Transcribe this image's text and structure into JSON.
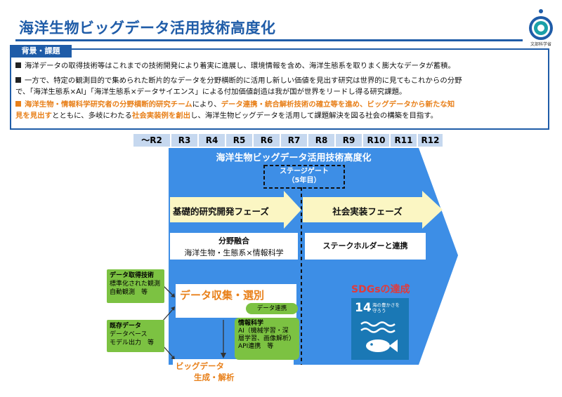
{
  "header": {
    "title": "海洋生物ビッグデータ活用技術高度化",
    "logo_text": "文部科学省"
  },
  "background": {
    "label": "背景・課題",
    "bullet1": "海洋データの取得技術等はこれまでの技術開発により着実に進展し、環境情報を含め、海洋生態系を取りまく膨大なデータが蓄積。",
    "bullet2_line1": "一方で、特定の観測目的で集められた断片的なデータを分野横断的に活用し新しい価値を見出す研究は世界的に見てもこれからの分野",
    "bullet2_line2": "で、「海洋生態系×AI」「海洋生態系×データサイエンス」による付加価値創造は我が国が世界をリードし得る研究課題。",
    "bullet3_hl1": "海洋生物・情報科学研究者の分野横断的研究チーム",
    "bullet3_t1": "により、",
    "bullet3_hl2": "データ連携・統合解析技術の確立等を進め、ビッグデータから新たな知",
    "bullet3_hl3": "見を見出す",
    "bullet3_t2": "とともに、多岐にわたる",
    "bullet3_hl4": "社会実装例を創出",
    "bullet3_t3": "し、海洋生物ビッグデータを活用して課題解決を図る社会の構築を目指す。"
  },
  "timeline": [
    "～R2",
    "R3",
    "R4",
    "R5",
    "R6",
    "R7",
    "R8",
    "R9",
    "R10",
    "R11",
    "R12"
  ],
  "program": {
    "title": "海洋生物ビッグデータ活用技術高度化",
    "stage_gate_line1": "ステージゲート",
    "stage_gate_line2": "（5年目）",
    "phase1": "基礎的研究開発フェーズ",
    "phase2": "社会実装フェーズ",
    "fusion_title": "分野融合",
    "fusion_sub": "海洋生物・生態系×情報科学",
    "stakeholder": "ステークホルダーと連携",
    "data_collect": "データ収集・選別",
    "data_link": "データ連携",
    "bigdata_line1": "ビッグデータ",
    "bigdata_line2": "生成・解析",
    "sdgs_title": "SDGsの達成",
    "sdg14_num": "14",
    "sdg14_text_line1": "海の豊かさを",
    "sdg14_text_line2": "守ろう"
  },
  "inputs": {
    "acq_title": "データ取得技術",
    "acq_line1": "標準化された観測",
    "acq_line2": "自動観測　等",
    "exist_title": "既存データ",
    "exist_line1": "データベース",
    "exist_line2": "モデル出力　等",
    "info_title": "情報科学",
    "info_line1": "AI（機械学習・深",
    "info_line2": "層学習、画像解析）",
    "info_line3": "API連携　等"
  },
  "colors": {
    "primary_blue": "#1f5ca8",
    "bright_blue": "#3d8ee6",
    "accent_orange": "#e8801a",
    "green": "#7cc242",
    "sdg_blue": "#1a78b5",
    "timeline_bg": "#c6d8ef",
    "arrow_yellow": "#fbf6c3"
  }
}
